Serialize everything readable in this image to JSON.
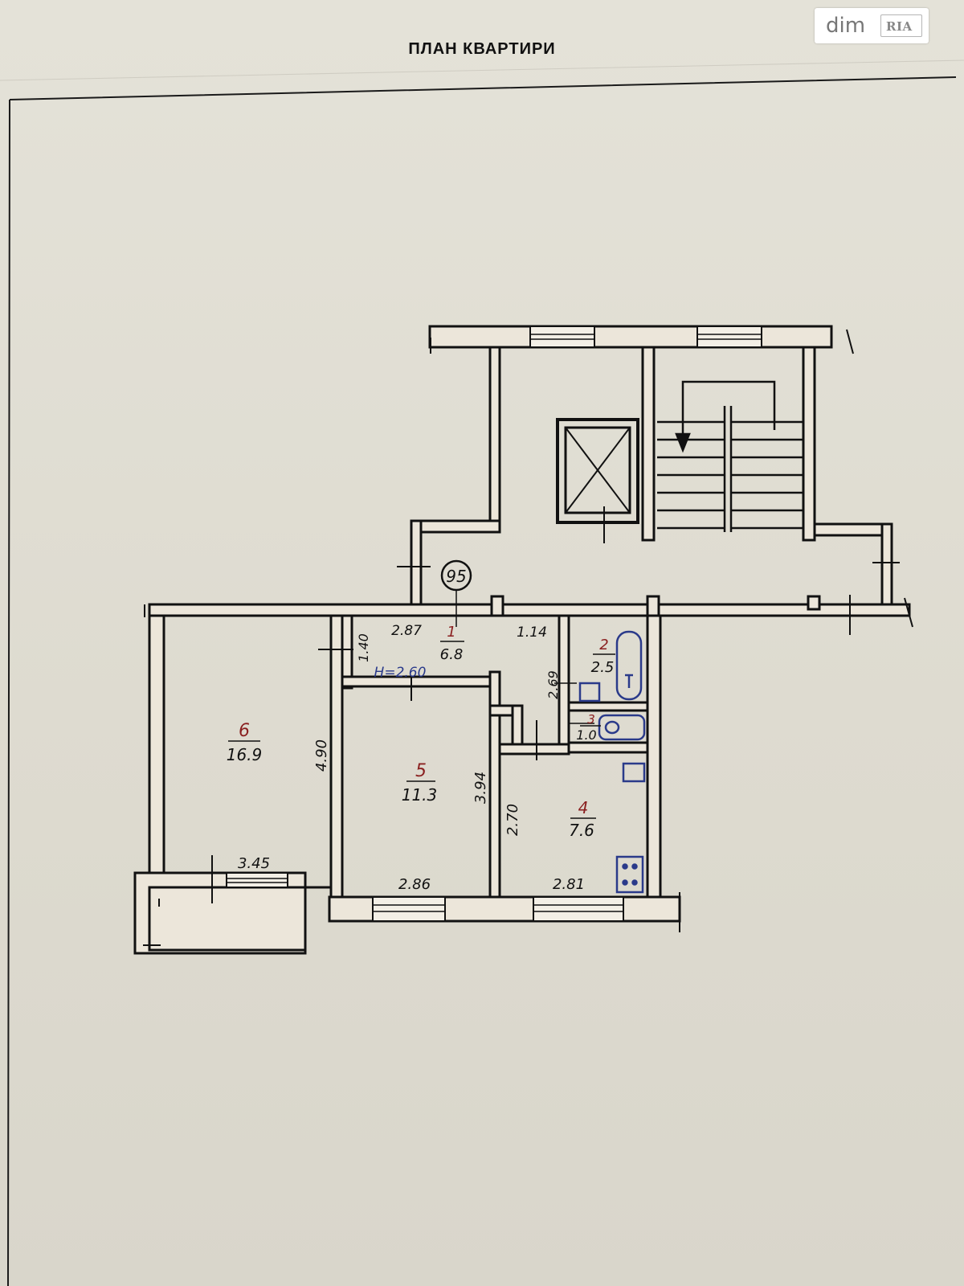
{
  "title": "ПЛАН КВАРТИРИ",
  "watermark": {
    "brand_left": "dim",
    "brand_right": "RIA"
  },
  "apartment_number": "95",
  "ceiling_height": "H=2.60",
  "rooms": [
    {
      "number": "1",
      "area": "6.8"
    },
    {
      "number": "2",
      "area": "2.5"
    },
    {
      "number": "3",
      "area": "1.0"
    },
    {
      "number": "4",
      "area": "7.6"
    },
    {
      "number": "5",
      "area": "11.3"
    },
    {
      "number": "6",
      "area": "16.9"
    }
  ],
  "dimensions": {
    "hall_length": "2.87",
    "hall_depth": "1.40",
    "hall_right": "1.14",
    "bath_side": "2.69",
    "room6_length": "4.90",
    "room6_width": "3.45",
    "room5_length": "3.94",
    "room5_width": "2.86",
    "kitchen_side": "2.70",
    "kitchen_width": "2.81"
  },
  "colors": {
    "wall": "#111111",
    "wall_fill": "#ece6da",
    "room_number": "#8a1f1f",
    "fixture_outline": "#2a3a8a"
  }
}
